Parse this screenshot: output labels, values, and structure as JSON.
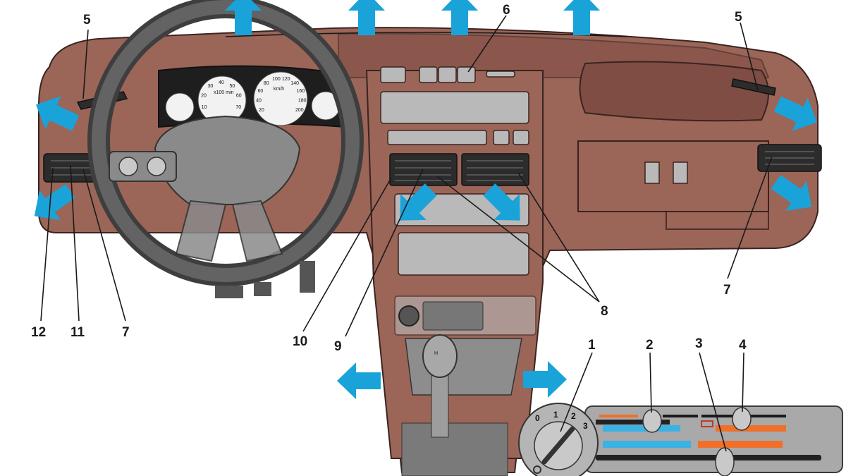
{
  "colors": {
    "dashboard": "#9b6558",
    "airflow_arrow": "#1aa3d9",
    "cold_scale": "#3ab2e3",
    "hot_scale": "#f0702a"
  },
  "icons": [
    "airflow-arrow-icon",
    "fan-icon",
    "rear-defrost-icon"
  ],
  "callouts": {
    "c1": "1",
    "c2": "2",
    "c3": "3",
    "c4": "4",
    "c5_left": "5",
    "c5_right": "5",
    "c6": "6",
    "c7_left": "7",
    "c7_right": "7",
    "c8": "8",
    "c9": "9",
    "c10": "10",
    "c11": "11",
    "c12": "12"
  },
  "fan_knob": {
    "positions": [
      "0",
      "1",
      "2",
      "3"
    ]
  },
  "cluster": {
    "tach_unit": "x100 min",
    "speed_unit": "km/h",
    "tach_marks": [
      "10",
      "20",
      "30",
      "40",
      "50",
      "60",
      "70"
    ],
    "speed_marks": [
      "20",
      "40",
      "60",
      "80",
      "100",
      "120",
      "140",
      "160",
      "180",
      "200"
    ]
  }
}
